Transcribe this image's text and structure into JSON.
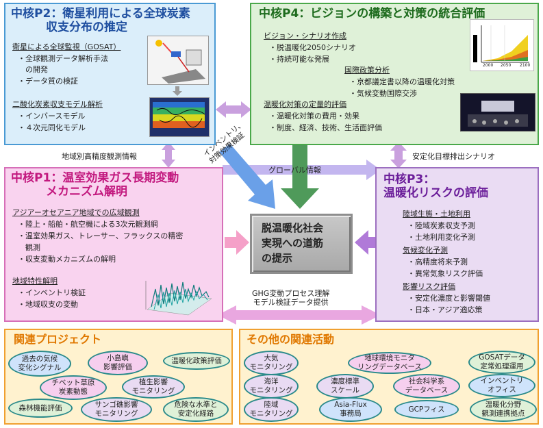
{
  "p2": {
    "title": "中核P2：衛星利用による全球炭素\n　　　収支分布の推定",
    "sec1": "衛星による全球監視（GOSAT）",
    "items1": [
      "・全球観測データ解析手法",
      "　の開発",
      "・データ質の検証"
    ],
    "sec2": "二酸化炭素収支モデル解析",
    "items2": [
      "・インバースモデル",
      "・４次元同化モデル"
    ]
  },
  "p4": {
    "title": "中核P4：ビジョンの構築と対策の統合評価",
    "sec1": "ビジョン・シナリオ作成",
    "items1": [
      "・脱温暖化2050シナリオ",
      "・持続可能な発展"
    ],
    "sec2": "国際政策分析",
    "items2": [
      "・京都議定書以降の温暖化対策",
      "・気候変動国際交渉"
    ],
    "sec3": "温暖化対策の定量的評価",
    "items3": [
      "・温暖化対策の費用・効果",
      "・制度、経済、技術、生活面評価"
    ]
  },
  "p1": {
    "title": "中核P1：温室効果ガス長期変動\n　　　メカニズム解明",
    "sec1": "アジアーオセアニア地域での広域観測",
    "items1": [
      "・陸上・船舶・航空機による3次元観測網",
      "・温室効果ガス、トレーサー、フラックスの精密",
      "　観測",
      "・収支変動メカニズムの解明"
    ],
    "sec2": "地域特性解明",
    "items2": [
      "・インベントリ検証",
      "・地域収支の変動"
    ]
  },
  "p3": {
    "title": "中核P3：\n温暖化リスクの評価",
    "sec1": "陸域生態・土地利用",
    "items1": [
      "・陸域炭素収支予測",
      "・土地利用変化予測"
    ],
    "sec2": "気候変化予測",
    "items2": [
      "・高精度将来予測",
      "・異常気象リスク評価"
    ],
    "sec3": "影響リスク評価",
    "items3": [
      "・安定化濃度と影響閾値",
      "・日本・アジア適応策"
    ]
  },
  "center": "脱温暖化社会\n実現への道筋\nの提示",
  "labels": {
    "regional": "地域別高精度観測情報",
    "inventory": "インベントリ、\n対策効果検証",
    "global": "グローバル情報",
    "stabilization": "安定化目標排出シナリオ",
    "ghg": "GHG変動プロセス理解\nモデル検証データ提供"
  },
  "related": {
    "title": "関連プロジェクト",
    "items": [
      "過去の気候\n変化シグナル",
      "小島嶼\n影響評価",
      "温暖化政策評価",
      "チベット草原\n炭素動態",
      "植生影響\nモニタリング",
      "森林機能評価",
      "サンゴ礁影響\nモニタリング",
      "危険な水準と\n安定化経路"
    ]
  },
  "other": {
    "title": "その他の関連活動",
    "items": [
      "大気\nモニタリング",
      "地球環境モニタ\nリングデータベース",
      "GOSATデータ\n定常処理運用",
      "海洋\nモニタリング",
      "濃度標準\nスケール",
      "社会科学系\nデータベース",
      "インベントリ\nオフィス",
      "陸域\nモニタリング",
      "Asia-Flux\n事務局",
      "GCPフィス",
      "温暖化分野\n観測連携拠点"
    ]
  },
  "chart_years": [
    "2000",
    "2050",
    "2100"
  ],
  "colors": {
    "p2_bg": "#dbeefa",
    "p2_border": "#4a9ad4",
    "p2_title": "#1f4fa0",
    "p4_bg": "#dff1d8",
    "p4_border": "#4aa84a",
    "p4_title": "#1d6b1d",
    "p1_bg": "#f9d3ef",
    "p1_border": "#d66fb8",
    "p1_title": "#c2187e",
    "p3_bg": "#eadcf3",
    "p3_border": "#9c6fc0",
    "p3_title": "#6b1e9a",
    "bottom_bg": "#fff2cf",
    "bottom_border": "#f0a030",
    "bottom_title": "#e07800"
  }
}
